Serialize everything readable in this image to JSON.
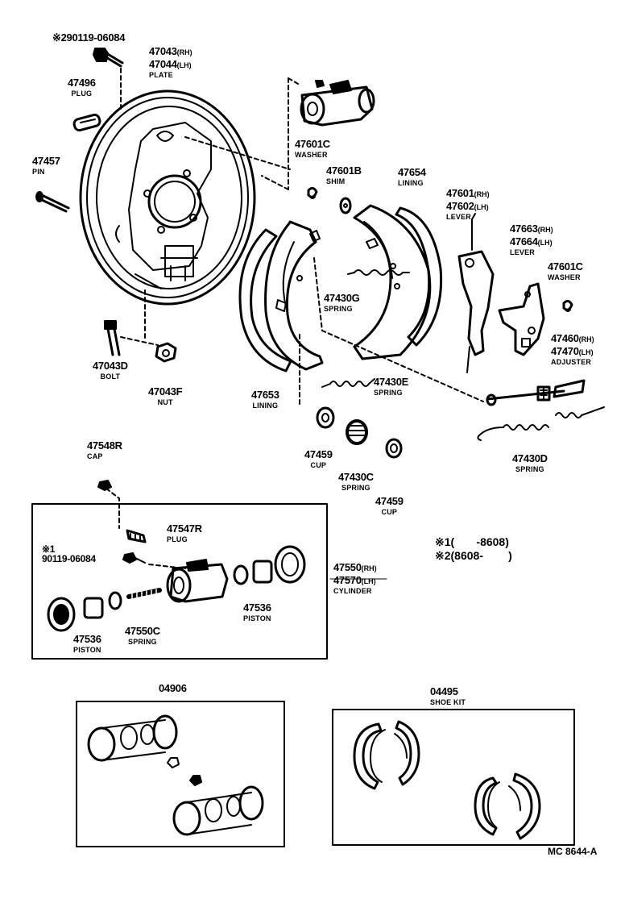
{
  "parts": {
    "p90119_top": {
      "number": "※290119-06084",
      "name": ""
    },
    "p47043": {
      "number": "47043",
      "suffix": "(RH)",
      "name": ""
    },
    "p47044": {
      "number": "47044",
      "suffix": "(LH)",
      "name": "PLATE"
    },
    "p47496": {
      "number": "47496",
      "name": "PLUG"
    },
    "p47457": {
      "number": "47457",
      "name": "PIN"
    },
    "p47043D": {
      "number": "47043D",
      "name": "BOLT"
    },
    "p47043F": {
      "number": "47043F",
      "name": "NUT"
    },
    "p47601C_top": {
      "number": "47601C",
      "name": "WASHER"
    },
    "p47601B": {
      "number": "47601B",
      "name": "SHIM"
    },
    "p47654": {
      "number": "47654",
      "name": "LINING"
    },
    "p47601": {
      "number": "47601",
      "suffix": "(RH)",
      "name": ""
    },
    "p47602": {
      "number": "47602",
      "suffix": "(LH)",
      "name": "LEVER"
    },
    "p47663": {
      "number": "47663",
      "suffix": "(RH)",
      "name": ""
    },
    "p47664": {
      "number": "47664",
      "suffix": "(LH)",
      "name": "LEVER"
    },
    "p47601C_right": {
      "number": "47601C",
      "name": "WASHER"
    },
    "p47430G": {
      "number": "47430G",
      "name": "SPRING"
    },
    "p47460": {
      "number": "47460",
      "suffix": "(RH)",
      "name": ""
    },
    "p47470": {
      "number": "47470",
      "suffix": "(LH)",
      "name": "ADJUSTER"
    },
    "p47430E": {
      "number": "47430E",
      "name": "SPRING"
    },
    "p47653": {
      "number": "47653",
      "name": "LINING"
    },
    "p47459_a": {
      "number": "47459",
      "name": "CUP"
    },
    "p47430C": {
      "number": "47430C",
      "name": "SPRING"
    },
    "p47459_b": {
      "number": "47459",
      "name": "CUP"
    },
    "p47430D": {
      "number": "47430D",
      "name": "SPRING"
    },
    "p47548R": {
      "number": "47548R",
      "name": "CAP"
    },
    "p47547R": {
      "number": "47547R",
      "name": "PLUG"
    },
    "p90119_inner_mark": {
      "number": "※1",
      "name": ""
    },
    "p90119_inner": {
      "number": "90119-06084",
      "name": ""
    },
    "p47550": {
      "number": "47550",
      "suffix": "(RH)",
      "name": ""
    },
    "p47570": {
      "number": "47570",
      "suffix": "(LH)",
      "name": "CYLINDER"
    },
    "p47536_right": {
      "number": "47536",
      "name": "PISTON"
    },
    "p47536_left": {
      "number": "47536",
      "name": "PISTON"
    },
    "p47550C": {
      "number": "47550C",
      "name": "SPRING"
    },
    "p04906": {
      "number": "04906",
      "name": ""
    },
    "p04495": {
      "number": "04495",
      "name": "SHOE KIT"
    }
  },
  "legend": {
    "line1": "※1(       -8608)",
    "line2": "※2(8608-        )"
  },
  "reference_code": "MC  8644-A"
}
